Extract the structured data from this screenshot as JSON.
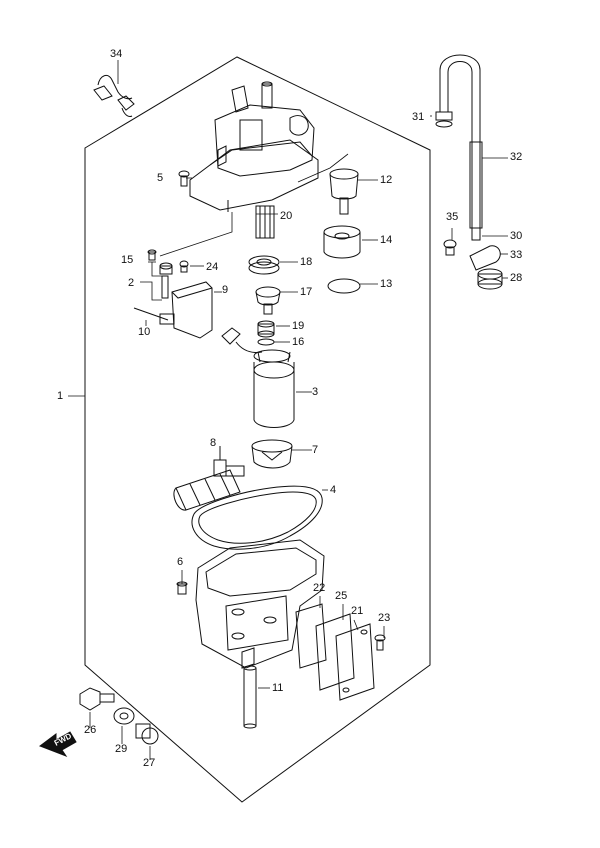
{
  "diagram": {
    "callouts": [
      {
        "id": "1",
        "label": "1"
      },
      {
        "id": "2",
        "label": "2"
      },
      {
        "id": "3",
        "label": "3"
      },
      {
        "id": "4",
        "label": "4"
      },
      {
        "id": "5",
        "label": "5"
      },
      {
        "id": "6",
        "label": "6"
      },
      {
        "id": "7",
        "label": "7"
      },
      {
        "id": "8",
        "label": "8"
      },
      {
        "id": "9",
        "label": "9"
      },
      {
        "id": "10",
        "label": "10"
      },
      {
        "id": "11",
        "label": "11"
      },
      {
        "id": "12",
        "label": "12"
      },
      {
        "id": "13",
        "label": "13"
      },
      {
        "id": "14",
        "label": "14"
      },
      {
        "id": "15",
        "label": "15"
      },
      {
        "id": "16",
        "label": "16"
      },
      {
        "id": "17",
        "label": "17"
      },
      {
        "id": "18",
        "label": "18"
      },
      {
        "id": "19",
        "label": "19"
      },
      {
        "id": "20",
        "label": "20"
      },
      {
        "id": "21",
        "label": "21"
      },
      {
        "id": "22",
        "label": "22"
      },
      {
        "id": "23",
        "label": "23"
      },
      {
        "id": "24",
        "label": "24"
      },
      {
        "id": "25",
        "label": "25"
      },
      {
        "id": "26",
        "label": "26"
      },
      {
        "id": "27",
        "label": "27"
      },
      {
        "id": "28",
        "label": "28"
      },
      {
        "id": "29",
        "label": "29"
      },
      {
        "id": "30",
        "label": "30"
      },
      {
        "id": "31",
        "label": "31"
      },
      {
        "id": "32",
        "label": "32"
      },
      {
        "id": "33",
        "label": "33"
      },
      {
        "id": "34",
        "label": "34"
      },
      {
        "id": "35",
        "label": "35"
      }
    ],
    "direction_label": "FWD"
  }
}
